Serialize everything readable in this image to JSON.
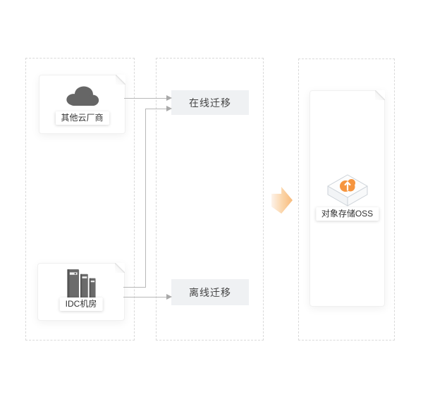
{
  "sources": {
    "other_cloud": {
      "label": "其他云厂商",
      "icon": "cloud-icon"
    },
    "idc": {
      "label": "IDC机房",
      "icon": "server-rack-icon"
    }
  },
  "migration": {
    "online": {
      "label": "在线迁移"
    },
    "offline": {
      "label": "离线迁移"
    }
  },
  "destination": {
    "oss": {
      "label": "对象存储OSS",
      "icon": "oss-cube-icon"
    }
  },
  "colors": {
    "accent_orange": "#F6953F",
    "arrow_gradient_start": "#FDF3EA",
    "arrow_gradient_end": "#F8BA7A",
    "icon_gray": "#666666",
    "connector_gray": "#B8B8B8",
    "dashed_border": "#D9D9D9",
    "migration_box_bg": "#EFF1F3",
    "text_dark": "#333333"
  }
}
